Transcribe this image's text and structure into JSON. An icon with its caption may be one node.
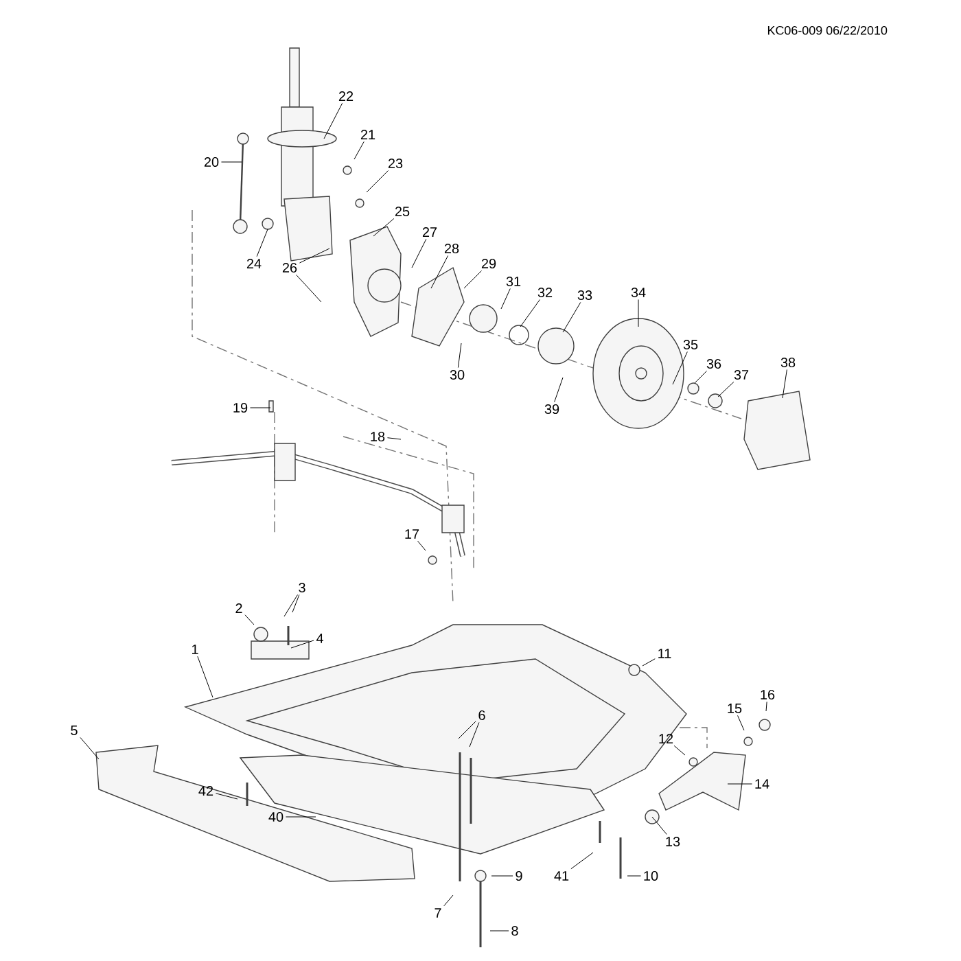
{
  "diagram": {
    "nodes": [
      {
        "text": [
          "1"
        ]
      },
      {
        "text": [
          "2"
        ]
      },
      {
        "text": [
          "3"
        ]
      },
      {
        "text": [
          "4"
        ]
      },
      {
        "text": [
          "5"
        ]
      },
      {
        "text": [
          "6"
        ]
      },
      {
        "text": [
          "7"
        ]
      },
      {
        "text": [
          "8"
        ]
      },
      {
        "text": [
          "9"
        ]
      },
      {
        "text": [
          "10"
        ]
      },
      {
        "text": [
          "11"
        ]
      },
      {
        "text": [
          "12"
        ]
      },
      {
        "text": [
          "13"
        ]
      },
      {
        "text": [
          "14"
        ]
      },
      {
        "text": [
          "15"
        ]
      },
      {
        "text": [
          "16"
        ]
      },
      {
        "text": [
          "17"
        ]
      },
      {
        "text": [
          "18"
        ]
      },
      {
        "text": [
          "19"
        ]
      },
      {
        "text": [
          "20"
        ]
      },
      {
        "text": [
          "21"
        ]
      },
      {
        "text": [
          "22"
        ]
      },
      {
        "text": [
          "23"
        ]
      },
      {
        "text": [
          "24"
        ]
      },
      {
        "text": [
          "25"
        ]
      },
      {
        "text": [
          "26"
        ]
      },
      {
        "text": [
          "27"
        ]
      },
      {
        "text": [
          "28"
        ]
      },
      {
        "text": [
          "29"
        ]
      },
      {
        "text": [
          "30"
        ]
      },
      {
        "text": [
          "31"
        ]
      },
      {
        "text": [
          "32"
        ]
      },
      {
        "text": [
          "33"
        ]
      },
      {
        "text": [
          "34"
        ]
      },
      {
        "text": [
          "35"
        ]
      },
      {
        "text": [
          "36"
        ]
      },
      {
        "text": [
          "37"
        ]
      },
      {
        "text": [
          "38"
        ]
      },
      {
        "text": [
          "39"
        ]
      },
      {
        "text": [
          "40"
        ]
      },
      {
        "text": [
          "41"
        ]
      },
      {
        "text": [
          "42"
        ]
      }
    ],
    "edges": [
      {
        "from": 0,
        "to": null,
        "arrow": "none"
      },
      {
        "from": 1,
        "to": null,
        "arrow": "none"
      },
      {
        "from": 2,
        "to": null,
        "arrow": "none"
      },
      {
        "from": 2,
        "to": null,
        "arrow": "none"
      },
      {
        "from": 3,
        "to": null,
        "arrow": "none"
      },
      {
        "from": 4,
        "to": null,
        "arrow": "none"
      },
      {
        "from": 5,
        "to": null,
        "arrow": "none"
      },
      {
        "from": 5,
        "to": null,
        "arrow": "none"
      },
      {
        "from": 6,
        "to": null,
        "arrow": "none"
      },
      {
        "from": 7,
        "to": null,
        "arrow": "none"
      },
      {
        "from": 8,
        "to": null,
        "arrow": "none"
      },
      {
        "from": 9,
        "to": null,
        "arrow": "none"
      },
      {
        "from": 10,
        "to": null,
        "arrow": "none"
      },
      {
        "from": 11,
        "to": null,
        "arrow": "none"
      },
      {
        "from": 12,
        "to": null,
        "arrow": "none"
      },
      {
        "from": 13,
        "to": null,
        "arrow": "none"
      },
      {
        "from": 14,
        "to": null,
        "arrow": "none"
      },
      {
        "from": 15,
        "to": null,
        "arrow": "none"
      },
      {
        "from": 16,
        "to": null,
        "arrow": "none"
      },
      {
        "from": 17,
        "to": null,
        "arrow": "none"
      },
      {
        "from": 18,
        "to": null,
        "arrow": "none"
      },
      {
        "from": 19,
        "to": null,
        "arrow": "none"
      },
      {
        "from": 20,
        "to": null,
        "arrow": "none"
      },
      {
        "from": 21,
        "to": null,
        "arrow": "none"
      },
      {
        "from": 22,
        "to": null,
        "arrow": "none"
      },
      {
        "from": 23,
        "to": null,
        "arrow": "none"
      },
      {
        "from": 24,
        "to": null,
        "arrow": "none"
      },
      {
        "from": 25,
        "to": null,
        "arrow": "none"
      },
      {
        "from": 25,
        "to": null,
        "arrow": "none"
      },
      {
        "from": 26,
        "to": null,
        "arrow": "none"
      },
      {
        "from": 27,
        "to": null,
        "arrow": "none"
      },
      {
        "from": 28,
        "to": null,
        "arrow": "none"
      },
      {
        "from": 29,
        "to": null,
        "arrow": "none"
      },
      {
        "from": 30,
        "to": null,
        "arrow": "none"
      },
      {
        "from": 31,
        "to": null,
        "arrow": "none"
      },
      {
        "from": 32,
        "to": null,
        "arrow": "none"
      },
      {
        "from": 33,
        "to": null,
        "arrow": "none"
      },
      {
        "from": 34,
        "to": null,
        "arrow": "none"
      },
      {
        "from": 35,
        "to": null,
        "arrow": "none"
      },
      {
        "from": 36,
        "to": null,
        "arrow": "none"
      },
      {
        "from": 37,
        "to": null,
        "arrow": "none"
      },
      {
        "from": 38,
        "to": null,
        "arrow": "none"
      },
      {
        "from": 39,
        "to": null,
        "arrow": "none"
      },
      {
        "from": 40,
        "to": null,
        "arrow": "none"
      },
      {
        "from": 41,
        "to": null,
        "arrow": "none"
      }
    ],
    "labels": [
      "KC06-009 06/22/2010"
    ]
  }
}
